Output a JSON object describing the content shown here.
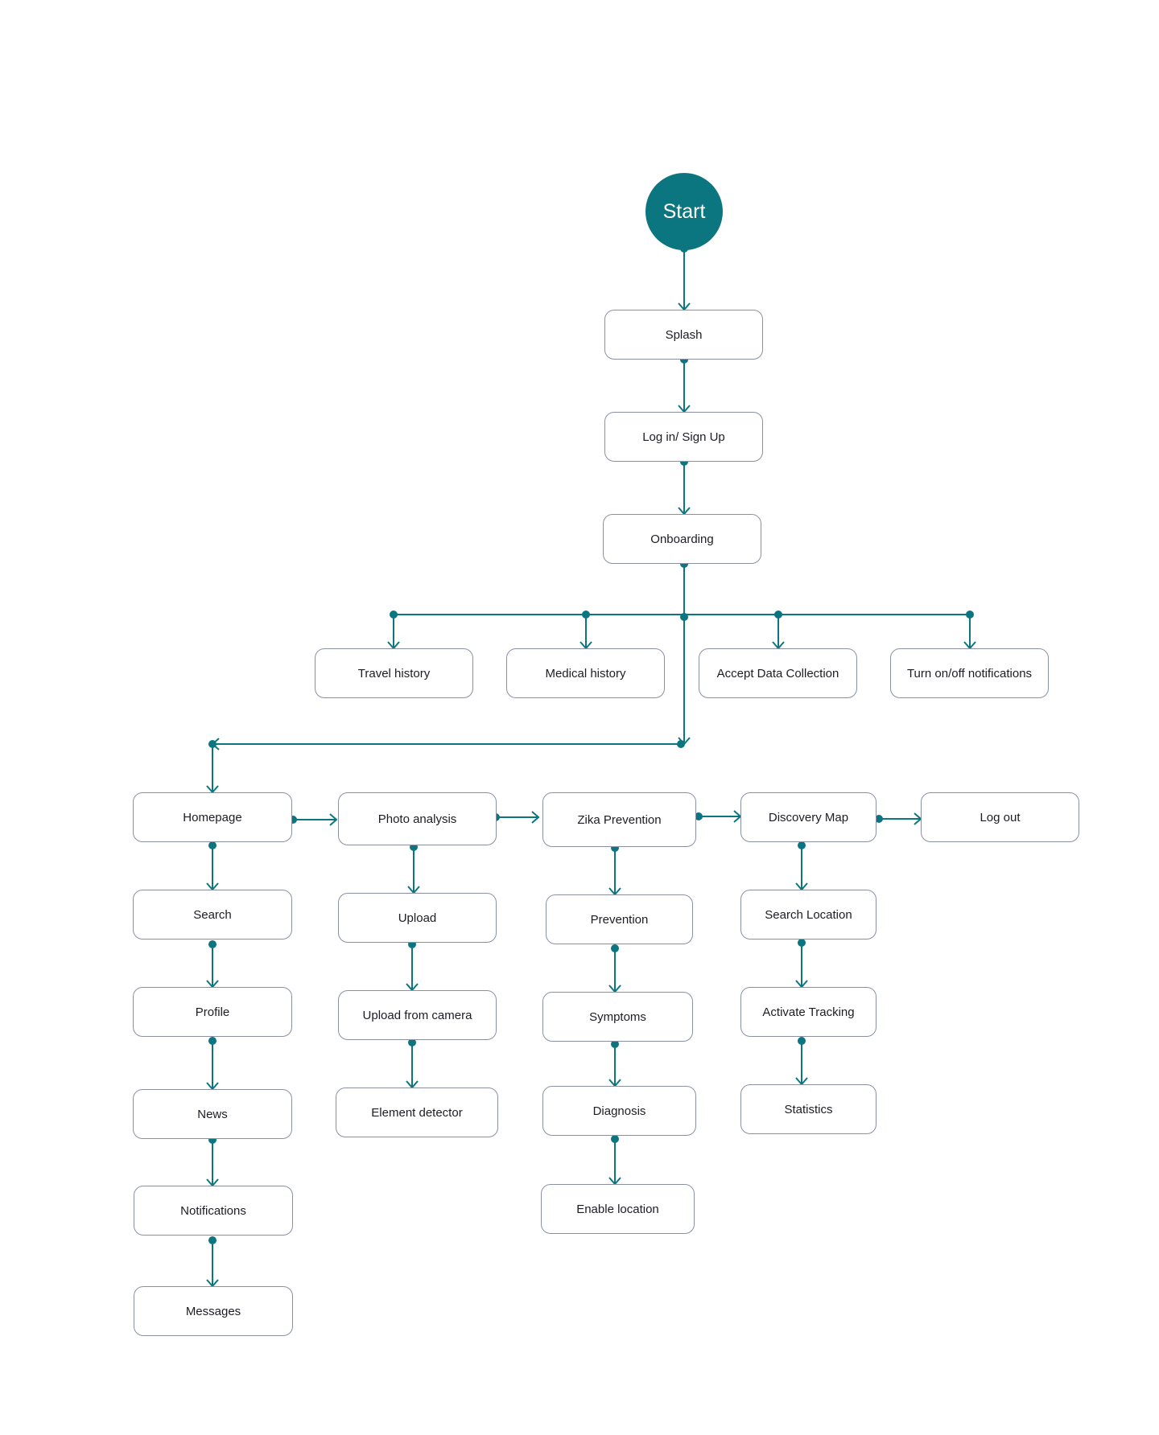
{
  "colors": {
    "accent": "#0b7680",
    "node_border": "#8a8fa3",
    "text": "#1c1c24"
  },
  "start": "Start",
  "nodes": {
    "splash": "Splash",
    "login": "Log in/ Sign Up",
    "onboarding": "Onboarding",
    "travel_history": "Travel history",
    "medical_history": "Medical history",
    "accept_data": "Accept Data Collection",
    "notifications_toggle": "Turn on/off notifications",
    "homepage": "Homepage",
    "search": "Search",
    "profile": "Profile",
    "news": "News",
    "notifications": "Notifications",
    "messages": "Messages",
    "photo_analysis": "Photo analysis",
    "upload": "Upload",
    "upload_camera": "Upload from camera",
    "element_detector": "Element detector",
    "zika_prevention": "Zika Prevention",
    "prevention": "Prevention",
    "symptoms": "Symptoms",
    "diagnosis": "Diagnosis",
    "enable_location": "Enable location",
    "discovery_map": "Discovery Map",
    "search_location": "Search Location",
    "activate_tracking": "Activate Tracking",
    "statistics": "Statistics",
    "logout": "Log out"
  }
}
